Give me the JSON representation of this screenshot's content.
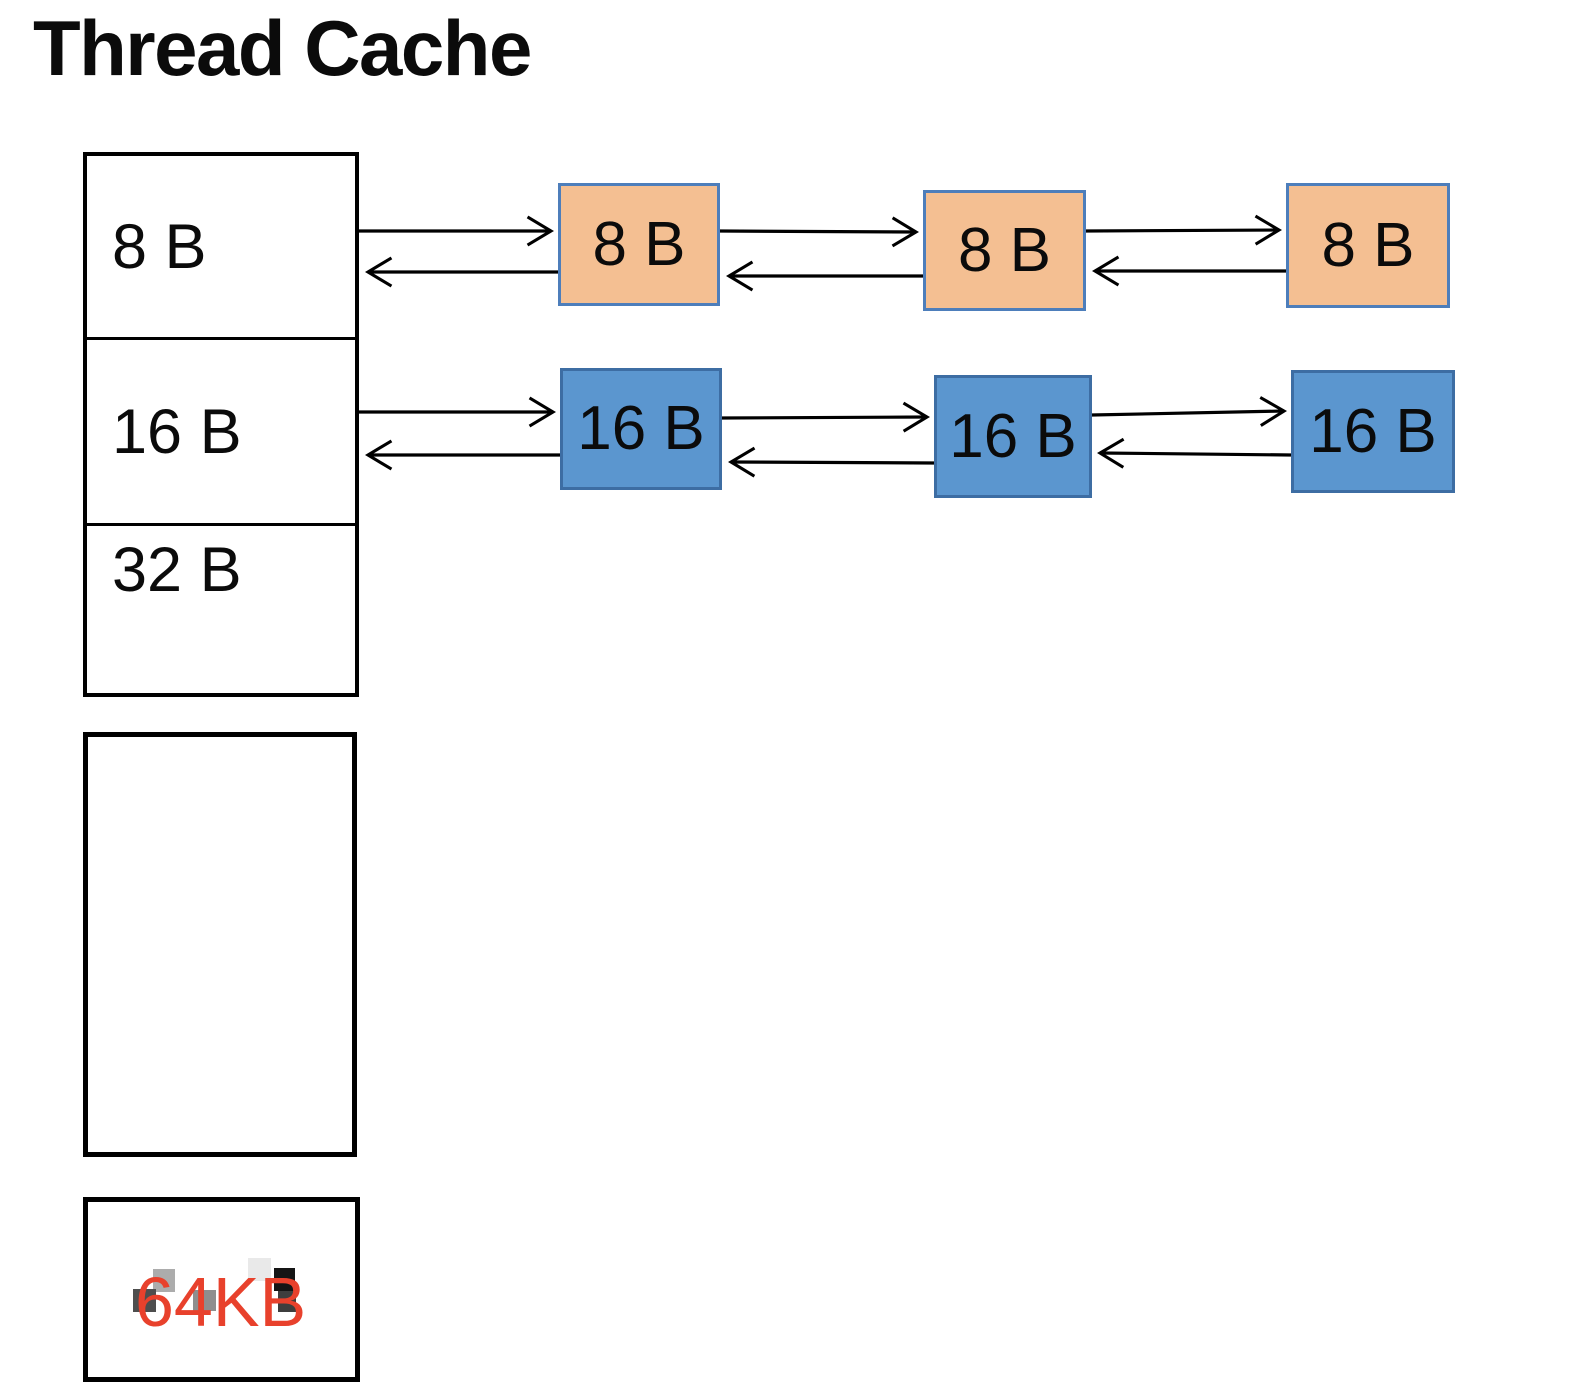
{
  "title": "Thread Cache",
  "size_class_panel": {
    "cells": [
      {
        "label": "8 B"
      },
      {
        "label": "16 B"
      },
      {
        "label": "32 B"
      }
    ]
  },
  "free_lists": [
    {
      "size_class": "8 B",
      "fill_color": "#F4BF92",
      "border_color": "#4D7EBB",
      "nodes": [
        {
          "label": "8 B"
        },
        {
          "label": "8 B"
        },
        {
          "label": "8 B"
        }
      ]
    },
    {
      "size_class": "16 B",
      "fill_color": "#5B96CF",
      "border_color": "#3D6DA3",
      "nodes": [
        {
          "label": "16 B"
        },
        {
          "label": "16 B"
        },
        {
          "label": "16 B"
        }
      ]
    }
  ],
  "large_block_panel": {
    "label": "64KB",
    "label_color": "#E8412C"
  },
  "arrow_color": "#000000"
}
